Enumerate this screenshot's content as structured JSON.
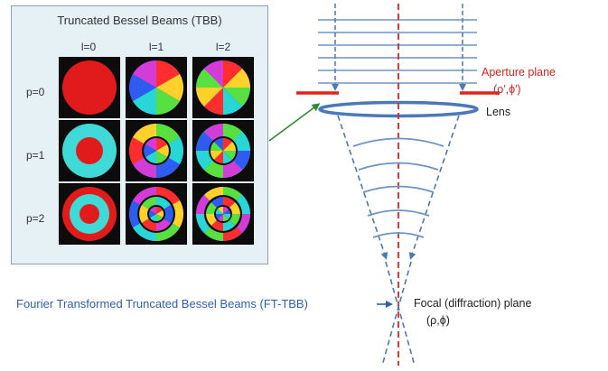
{
  "tbb_panel": {
    "title": "Truncated Bessel Beams (TBB)",
    "columns": [
      "l=0",
      "l=1",
      "l=2"
    ],
    "rows": [
      "p=0",
      "p=1",
      "p=2"
    ]
  },
  "labels": {
    "aperture_plane": "Aperture plane",
    "aperture_coords": "(ρ′,ϕ′)",
    "lens": "Lens",
    "ft_tbb": "Fourier Transformed Truncated Bessel Beams (FT-TBB)",
    "focal_plane": "Focal (diffraction) plane",
    "focal_coords": "(ρ,ϕ)"
  },
  "colors": {
    "red": "#e0221b",
    "blue": "#2e5fb4",
    "beam": "#6e94c6",
    "cyan": "#3fd9d7",
    "panel_bg": "#e6f1f5",
    "green_arrow": "#2e8b2e"
  }
}
